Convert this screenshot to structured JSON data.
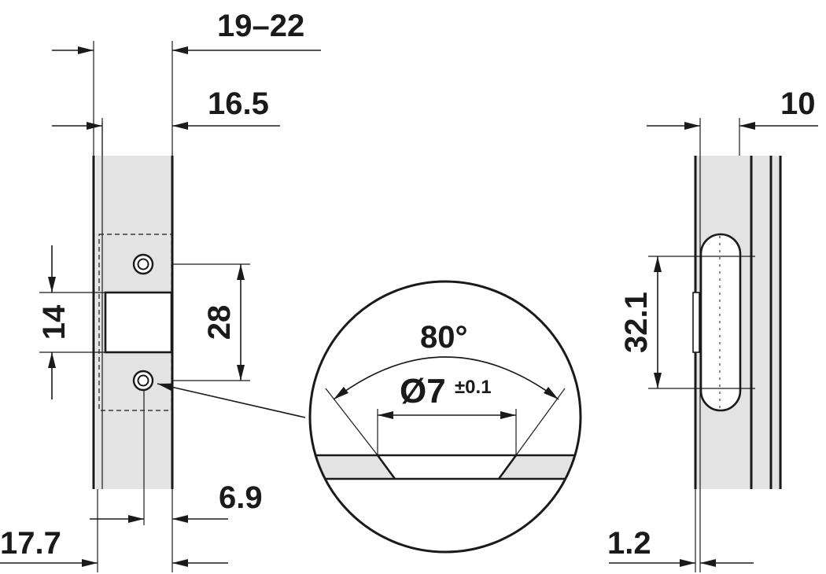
{
  "dimensions": {
    "width_19_22": "19–22",
    "width_16_5": "16.5",
    "width_10": "10",
    "height_14": "14",
    "height_28": "28",
    "height_32_1": "32.1",
    "offset_6_9": "6.9",
    "offset_17_7": "17.7",
    "offset_1_2": "1.2",
    "angle_80": "80°",
    "diameter_7": "Ø7",
    "tolerance": "±0.1"
  },
  "colors": {
    "line": "#1a1a1a",
    "part_fill": "#e3e3e3",
    "background": "#ffffff"
  }
}
